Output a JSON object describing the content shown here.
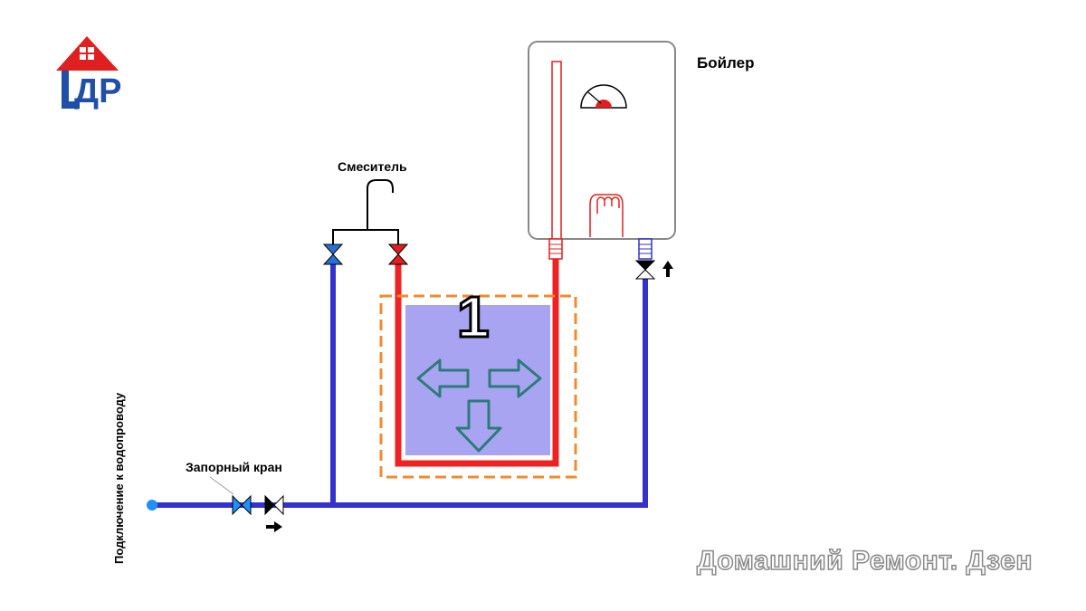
{
  "labels": {
    "boiler": "Бойлер",
    "mixer": "Смеситель",
    "shutoff_valve": "Запорный кран",
    "water_connection": "Подключение к водопроводу",
    "zone_number": "1",
    "brand": "Домашний Ремонт. Дзен"
  },
  "logo": {
    "text": "ДР"
  },
  "colors": {
    "cold_pipe": "#3333cc",
    "hot_pipe": "#ee2222",
    "zone_border": "#f28a2e",
    "zone_fill": "#a9a4f2",
    "arrows": "#2a7c78",
    "logo_red": "#e02020",
    "logo_blue": "#1f4fa8"
  },
  "icons": [
    "house-logo-icon",
    "gauge-icon",
    "heating-coil-icon",
    "valve-icon",
    "flow-arrow-icon",
    "move-arrow-icon"
  ]
}
